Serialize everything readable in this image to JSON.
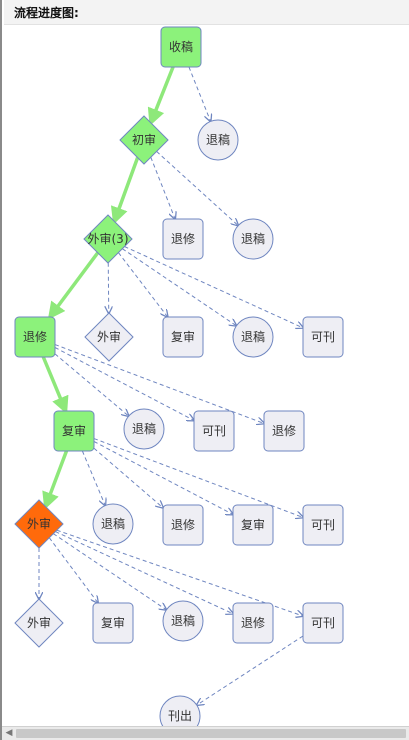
{
  "panel_title": "流程进度图:",
  "nodes": [
    {
      "id": "n1",
      "label": "收稿",
      "shape": "rect",
      "color": "#8cf27b"
    },
    {
      "id": "n2",
      "label": "退稿",
      "shape": "circle",
      "color": "#eeeef4"
    },
    {
      "id": "n3",
      "label": "初审",
      "shape": "diamond",
      "color": "#8cf27b"
    },
    {
      "id": "n4",
      "label": "退修",
      "shape": "rect",
      "color": "#eeeef4"
    },
    {
      "id": "n5",
      "label": "退稿",
      "shape": "circle",
      "color": "#eeeef4"
    },
    {
      "id": "n6",
      "label": "外审(3)",
      "shape": "diamond",
      "color": "#8cf27b"
    },
    {
      "id": "n7",
      "label": "退修",
      "shape": "rect",
      "color": "#8cf27b"
    },
    {
      "id": "n8",
      "label": "外审",
      "shape": "diamond",
      "color": "#eeeef4"
    },
    {
      "id": "n9",
      "label": "复审",
      "shape": "rect",
      "color": "#eeeef4"
    },
    {
      "id": "n10",
      "label": "退稿",
      "shape": "circle",
      "color": "#eeeef4"
    },
    {
      "id": "n11",
      "label": "可刊",
      "shape": "rect",
      "color": "#eeeef4"
    },
    {
      "id": "n12",
      "label": "复审",
      "shape": "rect",
      "color": "#8cf27b"
    },
    {
      "id": "n13",
      "label": "退稿",
      "shape": "circle",
      "color": "#eeeef4"
    },
    {
      "id": "n14",
      "label": "可刊",
      "shape": "rect",
      "color": "#eeeef4"
    },
    {
      "id": "n15",
      "label": "退修",
      "shape": "rect",
      "color": "#eeeef4"
    },
    {
      "id": "n16",
      "label": "外审",
      "shape": "diamond",
      "color": "#ff6a0b"
    },
    {
      "id": "n17",
      "label": "退稿",
      "shape": "circle",
      "color": "#eeeef4"
    },
    {
      "id": "n18",
      "label": "退修",
      "shape": "rect",
      "color": "#eeeef4"
    },
    {
      "id": "n19",
      "label": "复审",
      "shape": "rect",
      "color": "#eeeef4"
    },
    {
      "id": "n20",
      "label": "可刊",
      "shape": "rect",
      "color": "#eeeef4"
    },
    {
      "id": "n21",
      "label": "外审",
      "shape": "diamond",
      "color": "#eeeef4"
    },
    {
      "id": "n22",
      "label": "复审",
      "shape": "rect",
      "color": "#eeeef4"
    },
    {
      "id": "n23",
      "label": "退稿",
      "shape": "circle",
      "color": "#eeeef4"
    },
    {
      "id": "n24",
      "label": "退修",
      "shape": "rect",
      "color": "#eeeef4"
    },
    {
      "id": "n25",
      "label": "可刊",
      "shape": "rect",
      "color": "#eeeef4"
    },
    {
      "id": "n26",
      "label": "刊出",
      "shape": "circle",
      "color": "#eeeef4"
    }
  ],
  "progress_path": [
    "n1",
    "n3",
    "n6",
    "n7",
    "n12",
    "n16"
  ],
  "branch_edges": [
    [
      "n1",
      "n2"
    ],
    [
      "n3",
      "n4"
    ],
    [
      "n3",
      "n5"
    ],
    [
      "n6",
      "n8"
    ],
    [
      "n6",
      "n9"
    ],
    [
      "n6",
      "n10"
    ],
    [
      "n6",
      "n11"
    ],
    [
      "n7",
      "n13"
    ],
    [
      "n7",
      "n14"
    ],
    [
      "n7",
      "n15"
    ],
    [
      "n12",
      "n17"
    ],
    [
      "n12",
      "n18"
    ],
    [
      "n12",
      "n19"
    ],
    [
      "n12",
      "n20"
    ],
    [
      "n16",
      "n21"
    ],
    [
      "n16",
      "n22"
    ],
    [
      "n16",
      "n23"
    ],
    [
      "n16",
      "n24"
    ],
    [
      "n16",
      "n25"
    ],
    [
      "n25",
      "n26"
    ]
  ],
  "colors": {
    "completed": "#8cf27b",
    "current": "#ff6a0b",
    "pending": "#eeeef4",
    "progress_edge": "#8ee87a",
    "branch_edge": "#6f86c0",
    "node_border": "#6f86c0"
  }
}
